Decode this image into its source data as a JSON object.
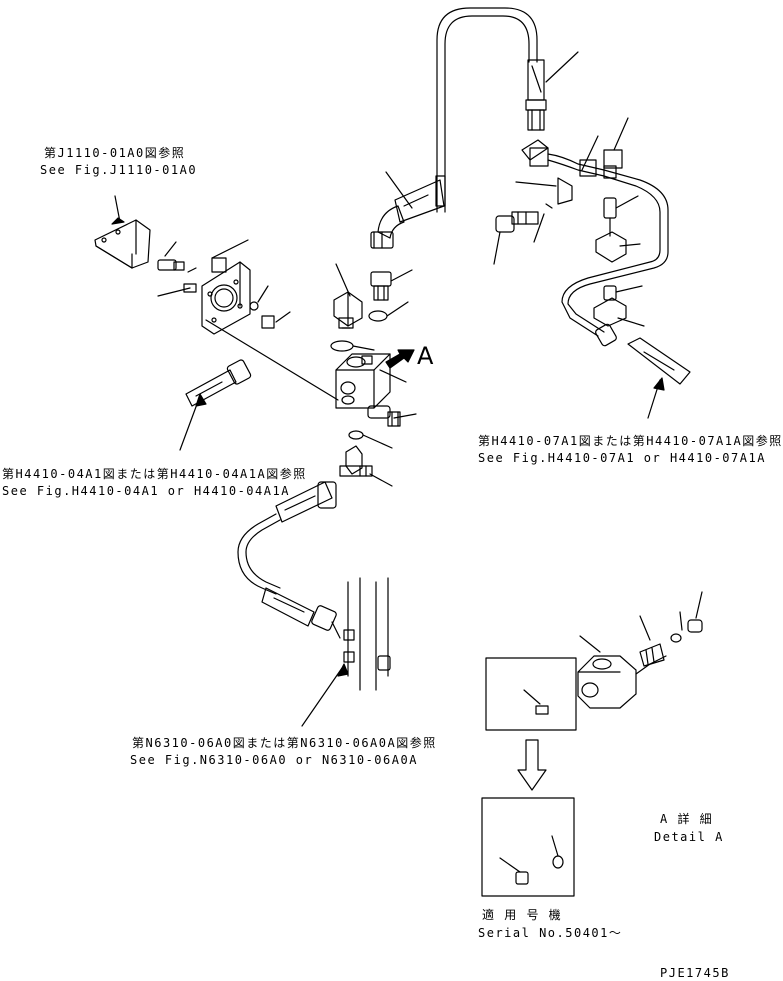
{
  "refs": {
    "j1110_jp": "第J1110-01A0図参照",
    "j1110_en": "See Fig.J1110-01A0",
    "h4410_07_jp": "第H4410-07A1図または第H4410-07A1A図参照",
    "h4410_07_en": "See Fig.H4410-07A1 or H4410-07A1A",
    "h4410_04_jp": "第H4410-04A1図または第H4410-04A1A図参照",
    "h4410_04_en": "See Fig.H4410-04A1 or H4410-04A1A",
    "n6310_jp": "第N6310-06A0図または第N6310-06A0A図参照",
    "n6310_en": "See Fig.N6310-06A0 or N6310-06A0A"
  },
  "view_arrow_label": "A",
  "detail": {
    "jp": "A 詳 細",
    "en": "Detail A"
  },
  "serial": {
    "jp": "適 用 号 機",
    "en": "Serial No.50401～"
  },
  "drawing_id": "PJE1745B",
  "colors": {
    "line": "#000000",
    "background": "#ffffff"
  }
}
